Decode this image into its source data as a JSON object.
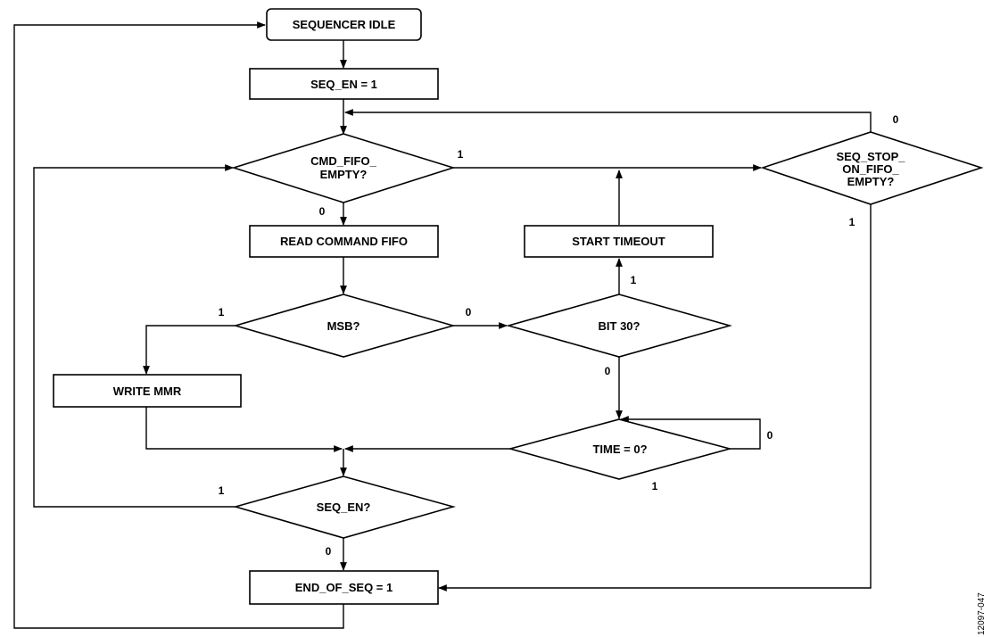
{
  "nodes": {
    "idle": "SEQUENCER IDLE",
    "seq_en_set": "SEQ_EN = 1",
    "cmd_fifo": [
      "CMD_FIFO_",
      "EMPTY?"
    ],
    "read_fifo": "READ COMMAND FIFO",
    "msb": "MSB?",
    "write_mmr": "WRITE MMR",
    "bit30": "BIT 30?",
    "start_timeout": "START TIMEOUT",
    "time_zero": "TIME = 0?",
    "seq_stop": [
      "SEQ_STOP_",
      "ON_FIFO_",
      "EMPTY?"
    ],
    "seq_en_check": "SEQ_EN?",
    "end_of_seq": "END_OF_SEQ = 1"
  },
  "edge_labels": {
    "cmd_fifo_yes": "1",
    "cmd_fifo_no": "0",
    "seq_stop_no": "0",
    "seq_stop_yes": "1",
    "msb_yes": "1",
    "msb_no": "0",
    "bit30_yes": "1",
    "bit30_no": "0",
    "time_zero_no": "0",
    "time_zero_yes": "1",
    "seq_en_yes": "1",
    "seq_en_no": "0"
  },
  "figure_id": "12097-047"
}
